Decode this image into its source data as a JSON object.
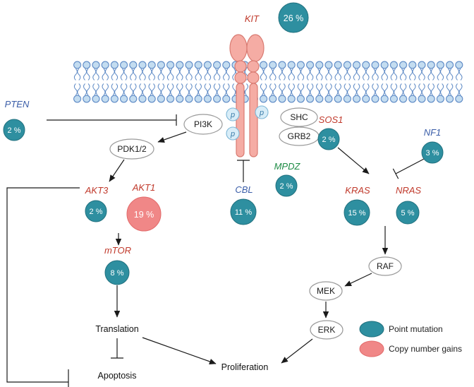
{
  "nodes": {
    "kit": {
      "label": "KIT",
      "pct": "26 %"
    },
    "pten": {
      "label": "PTEN",
      "pct": "2 %"
    },
    "pi3k": {
      "label": "PI3K"
    },
    "pdk12": {
      "label": "PDK1/2"
    },
    "shc": {
      "label": "SHC"
    },
    "grb2": {
      "label": "GRB2"
    },
    "p": "p",
    "sos1": {
      "label": "SOS1",
      "pct": "2 %"
    },
    "nf1": {
      "label": "NF1",
      "pct": "3 %"
    },
    "mpdz": {
      "label": "MPDZ",
      "pct": "2 %"
    },
    "cbl": {
      "label": "CBL",
      "pct": "11 %"
    },
    "akt3": {
      "label": "AKT3",
      "pct": "2 %"
    },
    "akt1": {
      "label": "AKT1",
      "pct": "19 %"
    },
    "mtor": {
      "label": "mTOR",
      "pct": "8 %"
    },
    "kras": {
      "label": "KRAS",
      "pct": "15 %"
    },
    "nras": {
      "label": "NRAS",
      "pct": "5 %"
    },
    "raf": {
      "label": "RAF"
    },
    "mek": {
      "label": "MEK"
    },
    "erk": {
      "label": "ERK"
    },
    "translation": {
      "label": "Translation"
    },
    "apoptosis": {
      "label": "Apoptosis"
    },
    "proliferation": {
      "label": "Proliferation"
    }
  },
  "legend": {
    "point_mutation": "Point mutation",
    "copy_number_gains": "Copy number gains"
  },
  "colors": {
    "point_mutation_fill": "#2e8fa0",
    "copy_number_fill": "#f08787",
    "gene_red": "#c0392b",
    "gene_blue": "#3a5da8",
    "gene_green": "#1e8c45",
    "membrane": "#4f7fc0",
    "receptor_fill": "#f5aca4",
    "receptor_stroke": "#d97b72"
  }
}
